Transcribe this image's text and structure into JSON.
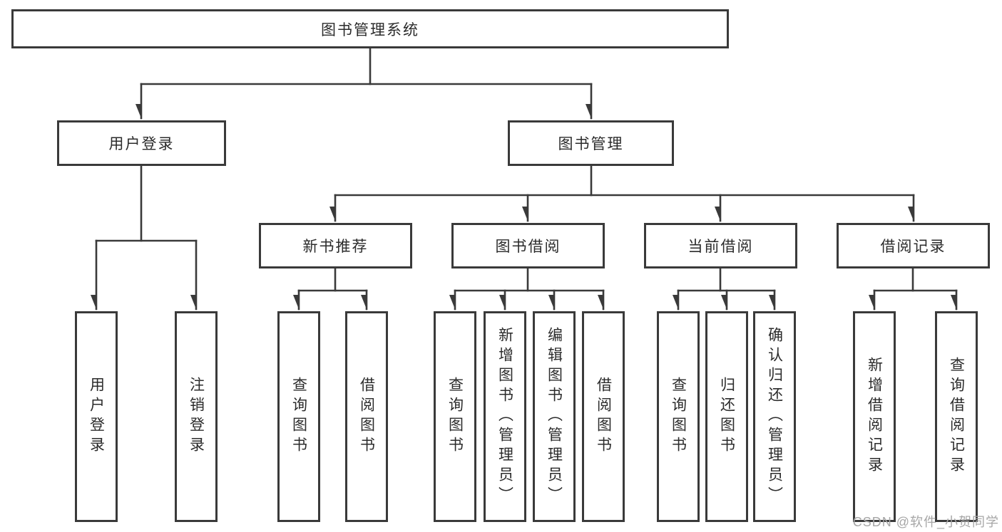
{
  "diagram": {
    "root_label": "图书管理系统",
    "branches": [
      {
        "label": "用户登录",
        "leaves": [
          {
            "label": "用户登录"
          },
          {
            "label": "注销登录"
          }
        ]
      },
      {
        "label": "图书管理",
        "sections": [
          {
            "label": "新书推荐",
            "leaves": [
              {
                "label": "查询图书"
              },
              {
                "label": "借阅图书"
              }
            ]
          },
          {
            "label": "图书借阅",
            "leaves": [
              {
                "label": "查询图书"
              },
              {
                "label": "新增图书（管理员）"
              },
              {
                "label": "编辑图书（管理员）"
              },
              {
                "label": "借阅图书"
              }
            ]
          },
          {
            "label": "当前借阅",
            "leaves": [
              {
                "label": "查询图书"
              },
              {
                "label": "归还图书"
              },
              {
                "label": "确认归还（管理员）"
              }
            ]
          },
          {
            "label": "借阅记录",
            "leaves": [
              {
                "label": "新增借阅记录"
              },
              {
                "label": "查询借阅记录"
              }
            ]
          }
        ]
      }
    ],
    "watermark": "CSDN @软件_小贺同学"
  },
  "colors": {
    "line": "#3a3a3a",
    "box_border": "#3a3a3a",
    "box_background": "#ffffff",
    "text": "#2b2b2b",
    "watermark": "#a6a6a6",
    "page_background": "#ffffff"
  }
}
